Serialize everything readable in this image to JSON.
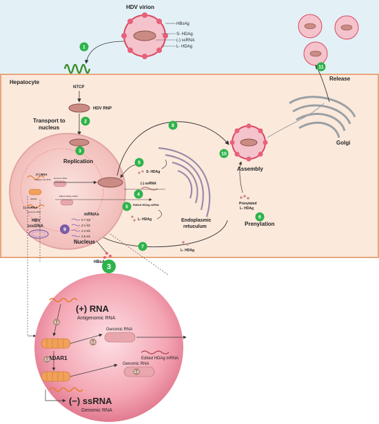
{
  "title": "HDV virion",
  "virion_labels": {
    "hbsag": "HBsAg",
    "s_hdag": "S- HDAg",
    "ssrna": "(-) ssRNA",
    "l_hdag": "L- HDAg"
  },
  "hepatocyte": "Hepatocyte",
  "ntcp": "NTCP",
  "hdv_rnp": "HDV RNP",
  "transport": [
    "Transport to",
    "nucleus"
  ],
  "replication": "Replication",
  "nucleus": "Nucleus",
  "hbv": "HBV",
  "cccdna": "cccDNA",
  "mrnas": "mRNAs",
  "mrna_sizes": [
    "0.7 Kb",
    "2.1 Kb",
    "2.4 Kb",
    "3.5 Kb"
  ],
  "hbsag_bottom": "HBsAg",
  "cyto": {
    "s_hdag": "S- HDAg",
    "ssrna": "(-) ssRNA",
    "edited": "Edited HDAg mRNA",
    "l_hdag": "L- HDAg",
    "l_hdag2": "L- HDAg"
  },
  "nuc_small": {
    "pos_rna": "(+) RNA",
    "anti": "Antigenomic RNA",
    "neg": "(-) ssRNA",
    "genomic": "Genomic RNA",
    "adar": "ADAR1",
    "edited": "Edited HDAg mRNA",
    "genomic2": "Genomic RNA"
  },
  "er": [
    "Endoplasmic",
    "retuculum"
  ],
  "prenylated": [
    "Prenylated",
    "L- HDAg"
  ],
  "prenylation": "Prenylation",
  "assembly": "Assembly",
  "golgi": "Golgi",
  "release": "Release",
  "steps": [
    "1",
    "2",
    "3",
    "4",
    "5",
    "5",
    "6",
    "7",
    "8",
    "9",
    "10",
    "11"
  ],
  "zoom_step": "3",
  "zoom": {
    "pos_rna": "(+) RNA",
    "antigenomic": "Antigenomic RNA",
    "genomic_rna_1": "Genomic RNA",
    "adar1": "ADAR1",
    "edited": "Edited HDAg mRNA",
    "genomic_rna_2": "Genomic RNA",
    "neg_rna": "(−) ssRNA",
    "genomic_rna_3": "Genomic RNA",
    "substeps": [
      "3.1",
      "3.2",
      "3.3",
      "3.4"
    ]
  },
  "colors": {
    "sky": "#e3f1f7",
    "cell": "#fbe9dc",
    "cell_border": "#e6a67a",
    "step": "#2db34a",
    "nucleus": "#f6c9c6",
    "zoom": "#ee8ea0",
    "purple": "#7d5ba6"
  }
}
